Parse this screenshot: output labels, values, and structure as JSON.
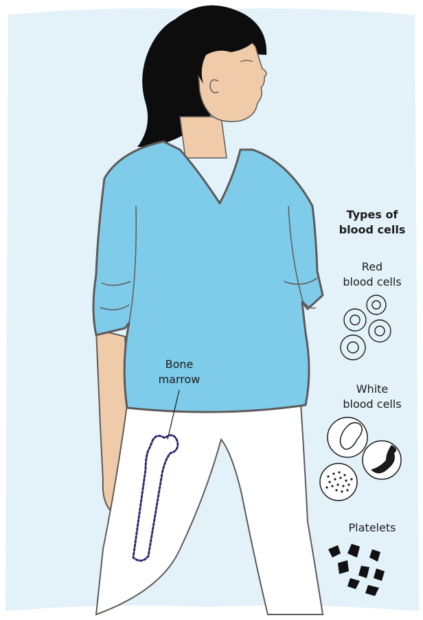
{
  "labels": {
    "bone_marrow": [
      "Bone",
      "marrow"
    ],
    "heading": [
      "Types of",
      "blood cells"
    ],
    "red": [
      "Red",
      "blood cells"
    ],
    "white": [
      "White",
      "blood cells"
    ],
    "platelets": "Platelets"
  },
  "colors": {
    "background_panel": "#e3f1f9",
    "shirt": "#7ecbea",
    "skin": "#f0cba9",
    "hair": "#0d0d0d",
    "trousers": "#ffffff",
    "outline": "#5d5a58",
    "marrow_outline": "#2e2a6e",
    "cell_ink": "#1a1a1a"
  }
}
